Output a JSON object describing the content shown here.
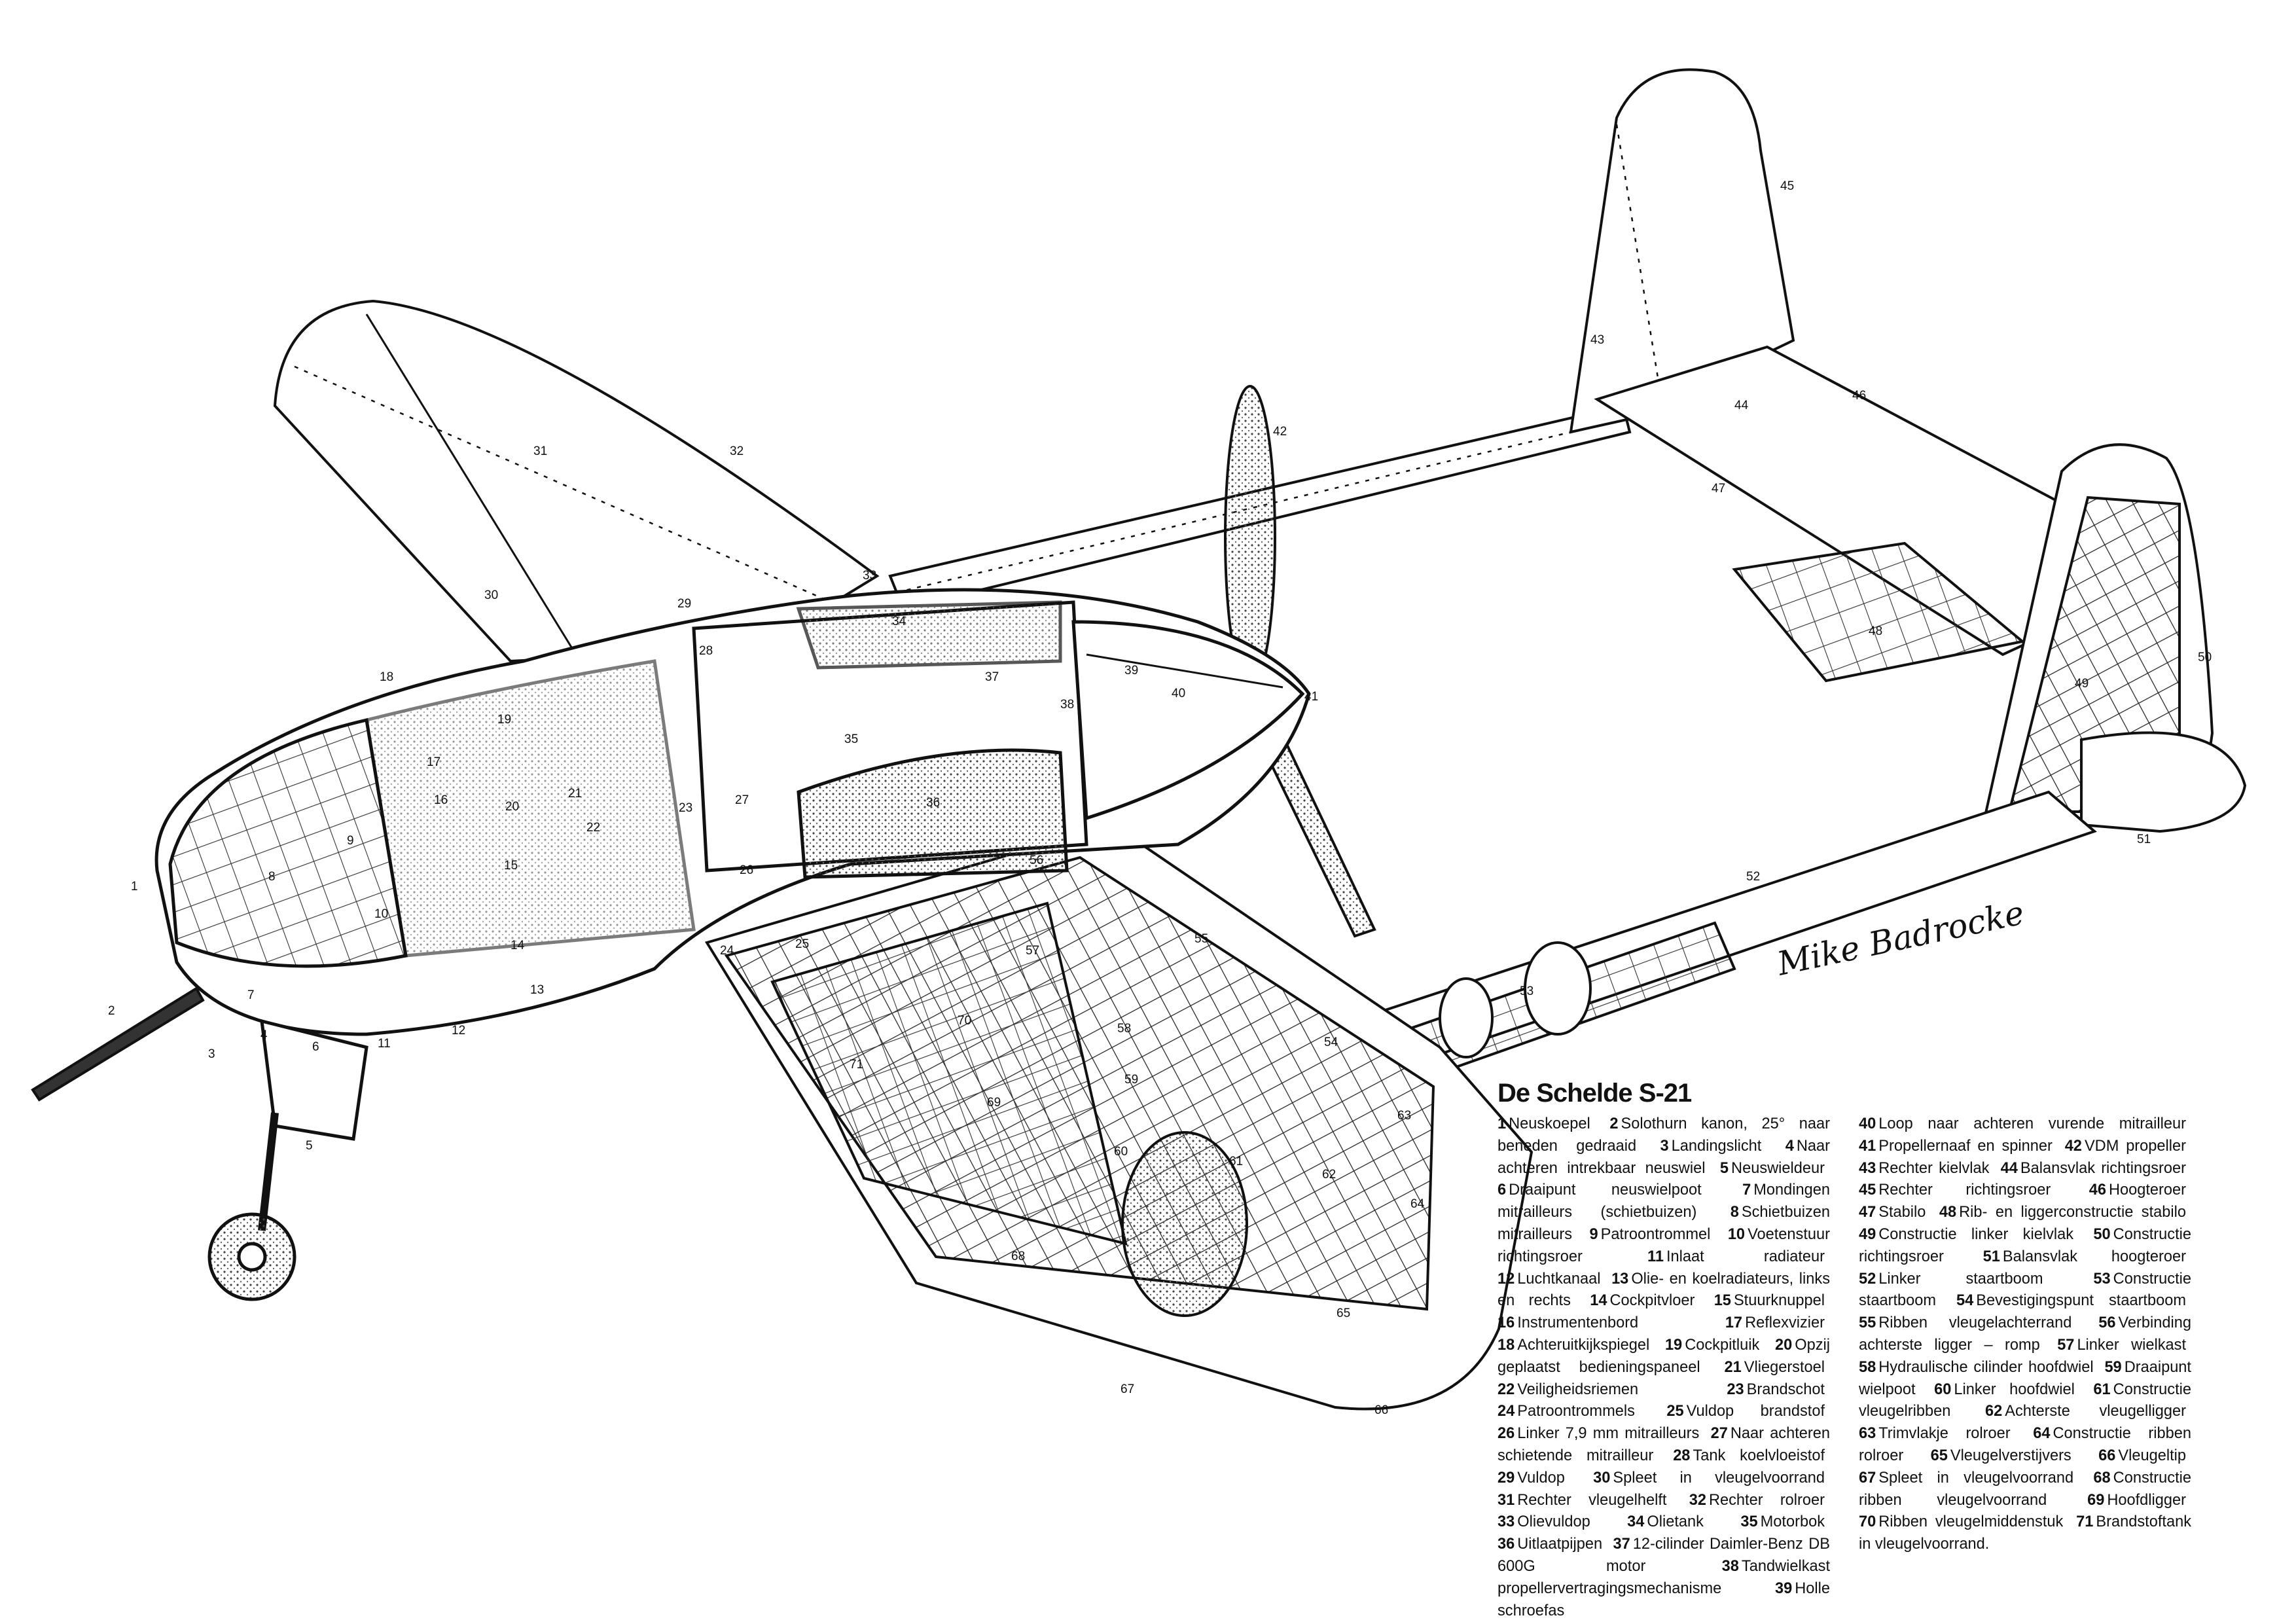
{
  "signature": "Mike Badrocke",
  "legend": {
    "title": "De Schelde S-21",
    "column_1": [
      {
        "num": "1",
        "label": "Neuskoepel"
      },
      {
        "num": "2",
        "label": "Solothurn kanon, 25° naar beneden gedraaid"
      },
      {
        "num": "3",
        "label": "Landingslicht"
      },
      {
        "num": "4",
        "label": "Naar achteren intrekbaar neuswiel"
      },
      {
        "num": "5",
        "label": "Neuswieldeur"
      },
      {
        "num": "6",
        "label": "Draaipunt neuswielpoot"
      },
      {
        "num": "7",
        "label": "Mondingen mitrailleurs (schietbuizen)"
      },
      {
        "num": "8",
        "label": "Schietbuizen mitrailleurs"
      },
      {
        "num": "9",
        "label": "Patroontrommel"
      },
      {
        "num": "10",
        "label": "Voetenstuur richtingsroer"
      },
      {
        "num": "11",
        "label": "Inlaat radiateur"
      },
      {
        "num": "12",
        "label": "Luchtkanaal"
      },
      {
        "num": "13",
        "label": "Olie- en koelradiateurs, links en rechts"
      },
      {
        "num": "14",
        "label": "Cockpitvloer"
      },
      {
        "num": "15",
        "label": "Stuurknuppel"
      },
      {
        "num": "16",
        "label": "Instrumentenbord"
      },
      {
        "num": "17",
        "label": "Reflexvizier"
      },
      {
        "num": "18",
        "label": "Achteruitkijkspiegel"
      },
      {
        "num": "19",
        "label": "Cockpitluik"
      },
      {
        "num": "20",
        "label": "Opzij geplaatst bedieningspaneel"
      },
      {
        "num": "21",
        "label": "Vliegerstoel"
      },
      {
        "num": "22",
        "label": "Veiligheidsriemen"
      },
      {
        "num": "23",
        "label": "Brandschot"
      },
      {
        "num": "24",
        "label": "Patroontrommels"
      },
      {
        "num": "25",
        "label": "Vuldop brandstof"
      },
      {
        "num": "26",
        "label": "Linker 7,9 mm mitrailleurs"
      },
      {
        "num": "27",
        "label": "Naar achteren schietende mitrailleur"
      },
      {
        "num": "28",
        "label": "Tank koelvloeistof"
      },
      {
        "num": "29",
        "label": "Vuldop"
      },
      {
        "num": "30",
        "label": "Spleet in vleugelvoorrand"
      },
      {
        "num": "31",
        "label": "Rechter vleugelhelft"
      },
      {
        "num": "32",
        "label": "Rechter rolroer"
      },
      {
        "num": "33",
        "label": "Olievuldop"
      },
      {
        "num": "34",
        "label": "Olietank"
      },
      {
        "num": "35",
        "label": "Motorbok"
      },
      {
        "num": "36",
        "label": "Uitlaatpijpen"
      },
      {
        "num": "37",
        "label": "12-cilinder Daimler-Benz DB 600G motor"
      },
      {
        "num": "38",
        "label": "Tandwielkast propellervertragingsmechanisme"
      },
      {
        "num": "39",
        "label": "Holle schroefas"
      }
    ],
    "column_2": [
      {
        "num": "40",
        "label": "Loop naar achteren vurende mitrailleur"
      },
      {
        "num": "41",
        "label": "Propellernaaf en spinner"
      },
      {
        "num": "42",
        "label": "VDM propeller"
      },
      {
        "num": "43",
        "label": "Rechter kielvlak"
      },
      {
        "num": "44",
        "label": "Balansvlak richtingsroer"
      },
      {
        "num": "45",
        "label": "Rechter richtingsroer"
      },
      {
        "num": "46",
        "label": "Hoogteroer"
      },
      {
        "num": "47",
        "label": "Stabilo"
      },
      {
        "num": "48",
        "label": "Rib- en liggerconstructie stabilo"
      },
      {
        "num": "49",
        "label": "Constructie linker kielvlak"
      },
      {
        "num": "50",
        "label": "Constructie richtingsroer"
      },
      {
        "num": "51",
        "label": "Balansvlak hoogteroer"
      },
      {
        "num": "52",
        "label": "Linker staartboom"
      },
      {
        "num": "53",
        "label": "Constructie staartboom"
      },
      {
        "num": "54",
        "label": "Bevestigingspunt staartboom"
      },
      {
        "num": "55",
        "label": "Ribben vleugelachterrand"
      },
      {
        "num": "56",
        "label": "Verbinding achterste ligger – romp"
      },
      {
        "num": "57",
        "label": "Linker wielkast"
      },
      {
        "num": "58",
        "label": "Hydraulische cilinder hoofdwiel"
      },
      {
        "num": "59",
        "label": "Draaipunt wielpoot"
      },
      {
        "num": "60",
        "label": "Linker hoofdwiel"
      },
      {
        "num": "61",
        "label": "Constructie vleugelribben"
      },
      {
        "num": "62",
        "label": "Achterste vleugelligger"
      },
      {
        "num": "63",
        "label": "Trimvlakje rolroer"
      },
      {
        "num": "64",
        "label": "Constructie ribben rolroer"
      },
      {
        "num": "65",
        "label": "Vleugelverstijvers"
      },
      {
        "num": "66",
        "label": "Vleugeltip"
      },
      {
        "num": "67",
        "label": "Spleet in vleugelvoorrand"
      },
      {
        "num": "68",
        "label": "Constructie ribben vleugelvoorrand"
      },
      {
        "num": "69",
        "label": "Hoofdligger"
      },
      {
        "num": "70",
        "label": "Ribben vleugelmiddenstuk"
      },
      {
        "num": "71",
        "label": "Brandstoftank in vleugelvoorrand."
      }
    ]
  },
  "callouts": [
    "1",
    "2",
    "3",
    "4",
    "5",
    "6",
    "7",
    "8",
    "9",
    "10",
    "11",
    "12",
    "13",
    "14",
    "15",
    "16",
    "17",
    "18",
    "19",
    "20",
    "21",
    "22",
    "23",
    "24",
    "25",
    "26",
    "27",
    "28",
    "29",
    "30",
    "31",
    "32",
    "33",
    "34",
    "35",
    "36",
    "37",
    "38",
    "39",
    "40",
    "41",
    "42",
    "43",
    "44",
    "45",
    "46",
    "47",
    "48",
    "49",
    "50",
    "51",
    "52",
    "53",
    "54",
    "55",
    "56",
    "57",
    "58",
    "59",
    "60",
    "61",
    "62",
    "63",
    "64",
    "65",
    "66",
    "67",
    "68",
    "69",
    "70",
    "71"
  ]
}
